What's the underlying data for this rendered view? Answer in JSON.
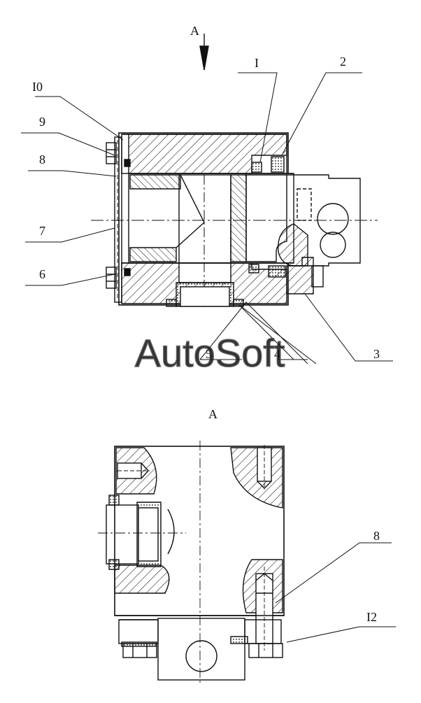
{
  "top_view": {
    "view_arrow_label": "A",
    "callouts": [
      "I",
      "2",
      "I0",
      "9",
      "8",
      "7",
      "6",
      "5",
      "4",
      "3"
    ]
  },
  "bottom_view": {
    "view_title": "A",
    "callouts": [
      "8",
      "I2"
    ]
  },
  "watermark": "AutoSoft",
  "colors": {
    "ink": "#111111",
    "paper": "#ffffff",
    "watermark": "#ffffff"
  }
}
